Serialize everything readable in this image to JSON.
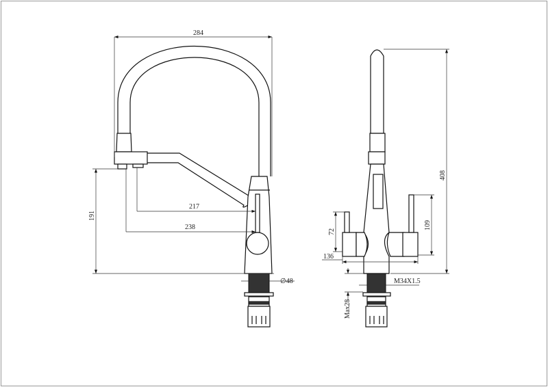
{
  "drawing": {
    "front_view": {
      "width_dim": "284",
      "spout_height_dim": "191",
      "reach_inner_dim": "217",
      "reach_outer_dim": "238",
      "base_diameter_dim": "∅48"
    },
    "side_view": {
      "total_height_dim": "408",
      "left_handle_height_dim": "72",
      "right_handle_height_dim": "109",
      "handle_span_dim": "136",
      "thread_dim": "M34X1.5",
      "max_counter_thickness_dim": "Max28"
    }
  }
}
